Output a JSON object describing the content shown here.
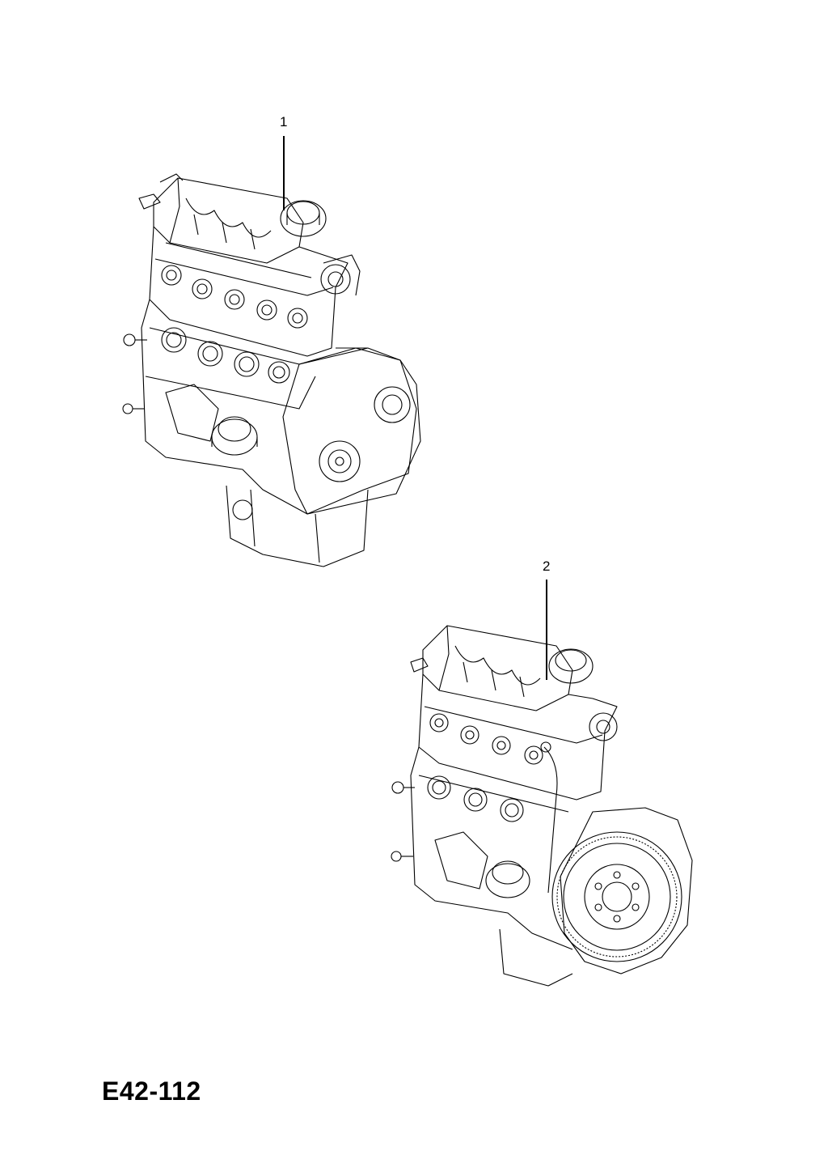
{
  "figure_code": "E42-112",
  "callouts": [
    {
      "number": "1"
    },
    {
      "number": "2"
    }
  ],
  "illustrations": [
    {
      "icon": "engine-assembly-icon"
    },
    {
      "icon": "engine-assembly-with-flywheel-icon"
    }
  ]
}
